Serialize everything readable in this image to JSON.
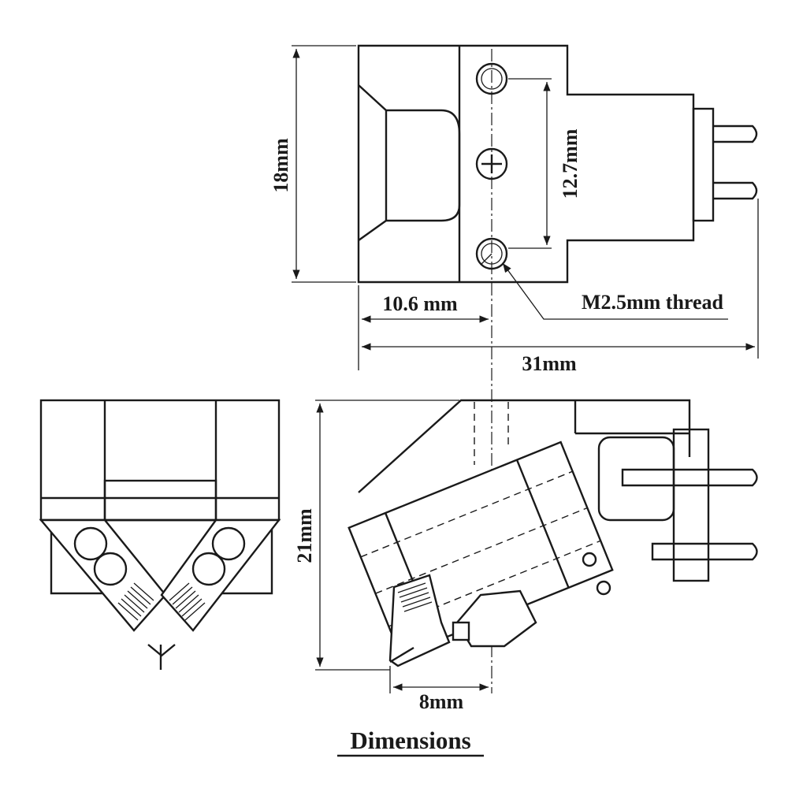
{
  "drawing": {
    "title": "Dimensions",
    "dimensions": {
      "height_top": "18mm",
      "hole_spacing": "12.7mm",
      "thread": "M2.5mm thread",
      "front_to_hole": "10.6 mm",
      "total_length": "31mm",
      "height_side": "21mm",
      "stylus_offset": "8mm"
    }
  }
}
